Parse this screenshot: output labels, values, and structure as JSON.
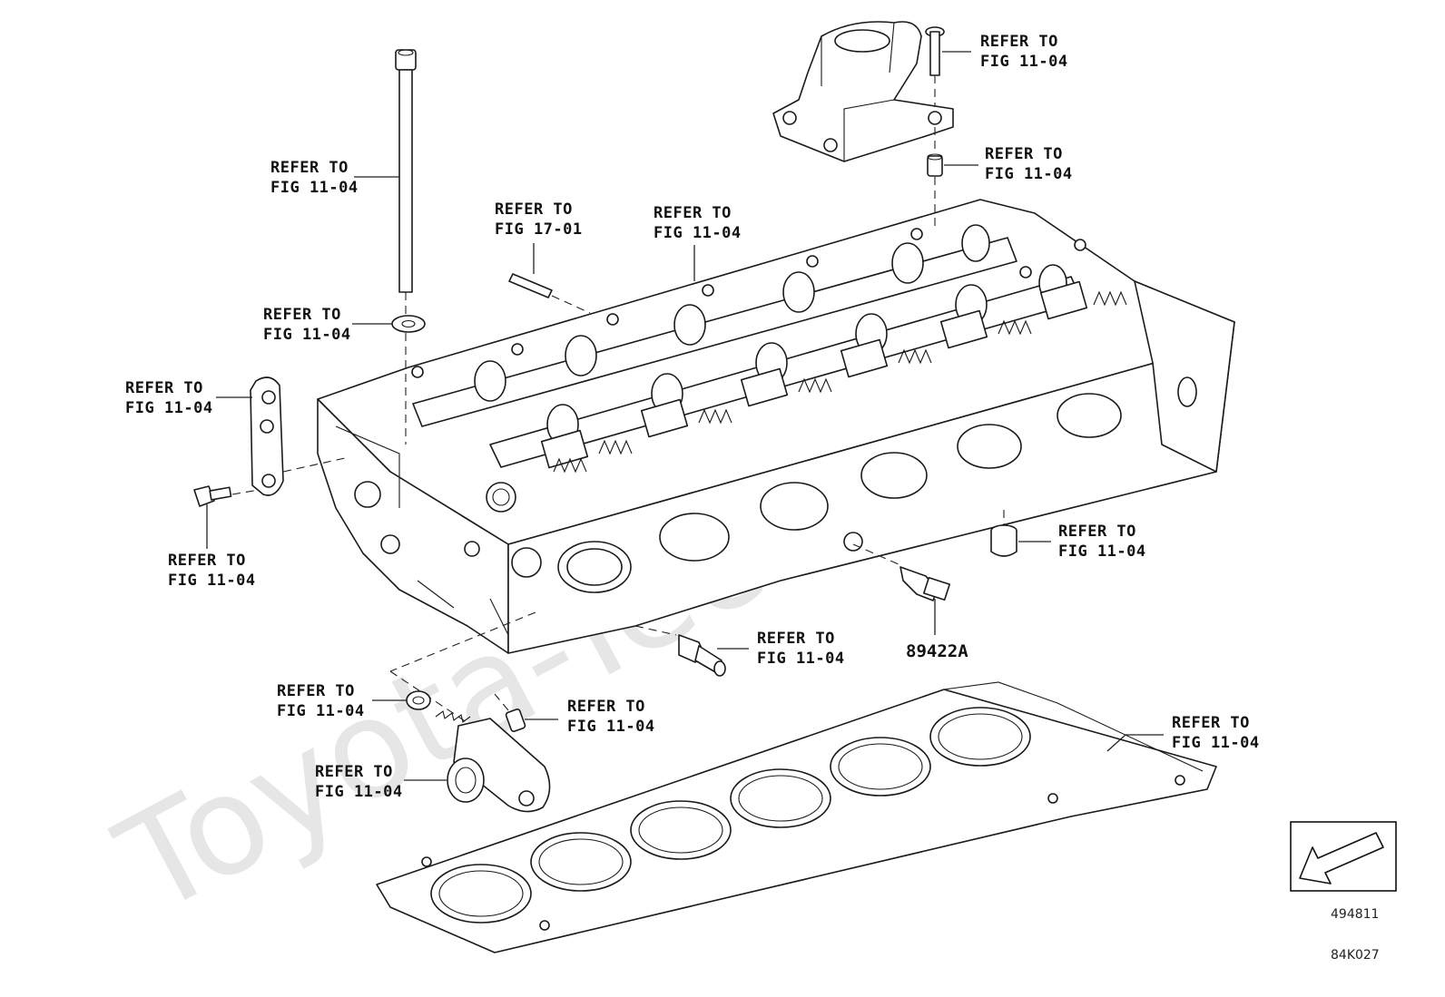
{
  "watermark": "Toyota-Tech.ru",
  "callouts": [
    {
      "id": "bolt-long",
      "line1": "REFER TO",
      "line2": "FIG 11-04"
    },
    {
      "id": "washer",
      "line1": "REFER TO",
      "line2": "FIG 11-04"
    },
    {
      "id": "bracket-left",
      "line1": "REFER TO",
      "line2": "FIG 11-04"
    },
    {
      "id": "bolt-small",
      "line1": "REFER TO",
      "line2": "FIG 11-04"
    },
    {
      "id": "stud",
      "line1": "REFER TO",
      "line2": "FIG 17-01"
    },
    {
      "id": "camshaft",
      "line1": "REFER TO",
      "line2": "FIG 11-04"
    },
    {
      "id": "bracket-top",
      "line1": "REFER TO",
      "line2": "FIG 11-04"
    },
    {
      "id": "dowel",
      "line1": "REFER TO",
      "line2": "FIG 11-04"
    },
    {
      "id": "plug",
      "line1": "REFER TO",
      "line2": "FIG 11-04"
    },
    {
      "id": "union",
      "line1": "REFER TO",
      "line2": "FIG 11-04"
    },
    {
      "id": "gasket-ring",
      "line1": "REFER TO",
      "line2": "FIG 11-04"
    },
    {
      "id": "bolt-ocv",
      "line1": "REFER TO",
      "line2": "FIG 11-04"
    },
    {
      "id": "ocv",
      "line1": "REFER TO",
      "line2": "FIG 11-04"
    },
    {
      "id": "head-gasket",
      "line1": "REFER TO",
      "line2": "FIG 11-04"
    }
  ],
  "part_number": "89422A",
  "direction_code": "494811",
  "figure_code": "84K027"
}
